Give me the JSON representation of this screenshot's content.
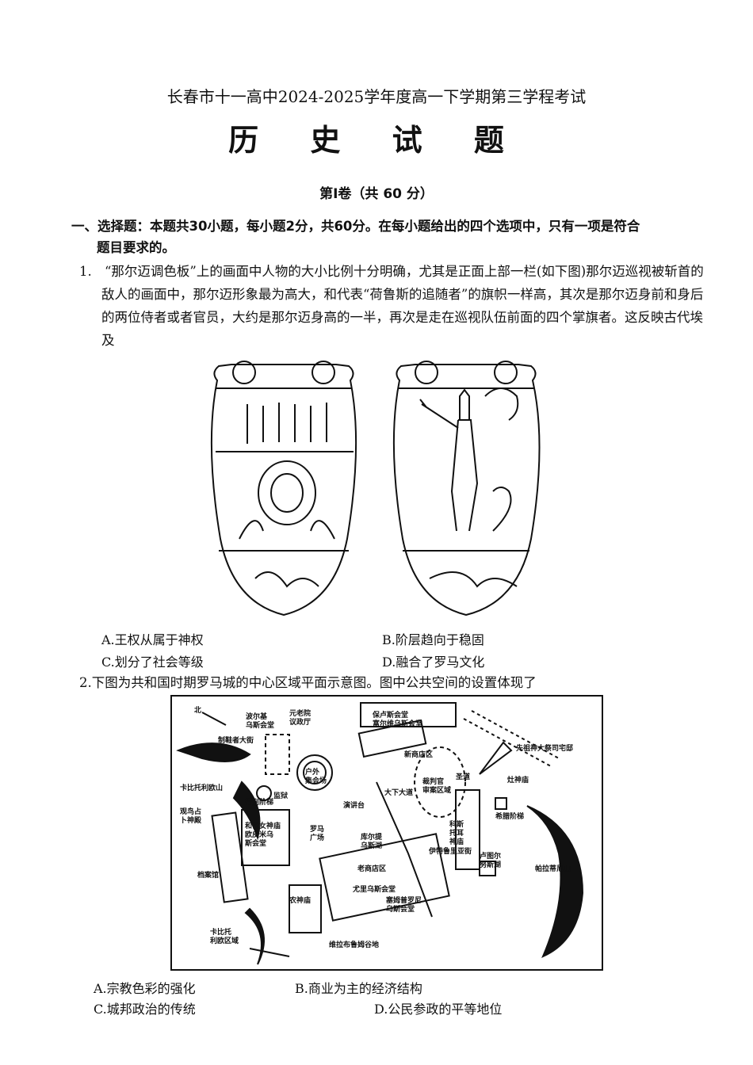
{
  "header": {
    "subtitle": "长春市十一高中2024-2025学年度高一下学期第三学程考试",
    "title": "历 史 试 题",
    "volume": "第Ⅰ卷（共 60 分）"
  },
  "section": {
    "heading": "一、选择题：本题共30小题，每小题2分，共60分。在每小题给出的四个选项中，只有一项是符合",
    "heading_cont": "题目要求的。"
  },
  "q1": {
    "number": "1.",
    "stem": "“那尔迈调色板”上的画面中人物的大小比例十分明确，尤其是正面上部一栏(如下图)那尔迈巡视被斩首的敌人的画面中，那尔迈形象最为高大，和代表“荷鲁斯的追随者”的旗帜一样高，其次是那尔迈身前和身后的两位侍者或者官员，大约是那尔迈身高的一半，再次是走在巡视队伍前面的四个掌旗者。这反映古代埃及",
    "options": {
      "A": "A.王权从属于神权",
      "B": "B.阶层趋向于稳固",
      "C": "C.划分了社会等级",
      "D": "D.融合了罗马文化"
    }
  },
  "q2": {
    "stem": "2.下图为共和国时期罗马城的中心区域平面示意图。图中公共空间的设置体现了",
    "options": {
      "A": "A.宗教色彩的强化",
      "B": "B.商业为主的经济结构",
      "C": "C.城邦政治的传统",
      "D": "D.公民参政的平等地位"
    },
    "map_labels": {
      "north": "北",
      "porcia": "波尔基\n乌斯会堂",
      "senate": "元老院\n议政厅",
      "aemilia": "保卢斯会堂\n富尔维乌斯会堂",
      "new_shops": "新商店区",
      "vicus_arg": "制鞋者大街",
      "capitol": "卡比托利欧山",
      "prison": "监狱",
      "assembly": "户外\n集会场",
      "rostra": "演讲台",
      "sacra": "大下大道",
      "tribunal": "裁判官\n审案区域",
      "shrine_via": "圣道",
      "vesta": "灶神庙",
      "regia": "先祖神大祭司宅邸",
      "greek_steps": "希腊阶梯",
      "augur": "观鸟占\n卜神殿",
      "steps": "行刑阶梯",
      "concord": "和谐女神庙\n欧皮米乌\n斯会堂",
      "forum": "罗马\n广场",
      "curtius": "库尔提\n乌斯湖",
      "archive": "档案馆",
      "old_shops": "老商店区",
      "julia": "尤里乌斯会堂",
      "sempronia": "塞姆普罗尼\n乌斯会堂",
      "castor": "科斯\n托耳\n神庙",
      "juturna": "卢图尔\n努斯湖",
      "tuscus": "伊特鲁里亚街",
      "saturn": "农神庙",
      "palatine": "帕拉蒂尼山",
      "capitol_area": "卡比托\n利欧区域",
      "velabrum": "维拉布鲁姆谷地"
    }
  }
}
